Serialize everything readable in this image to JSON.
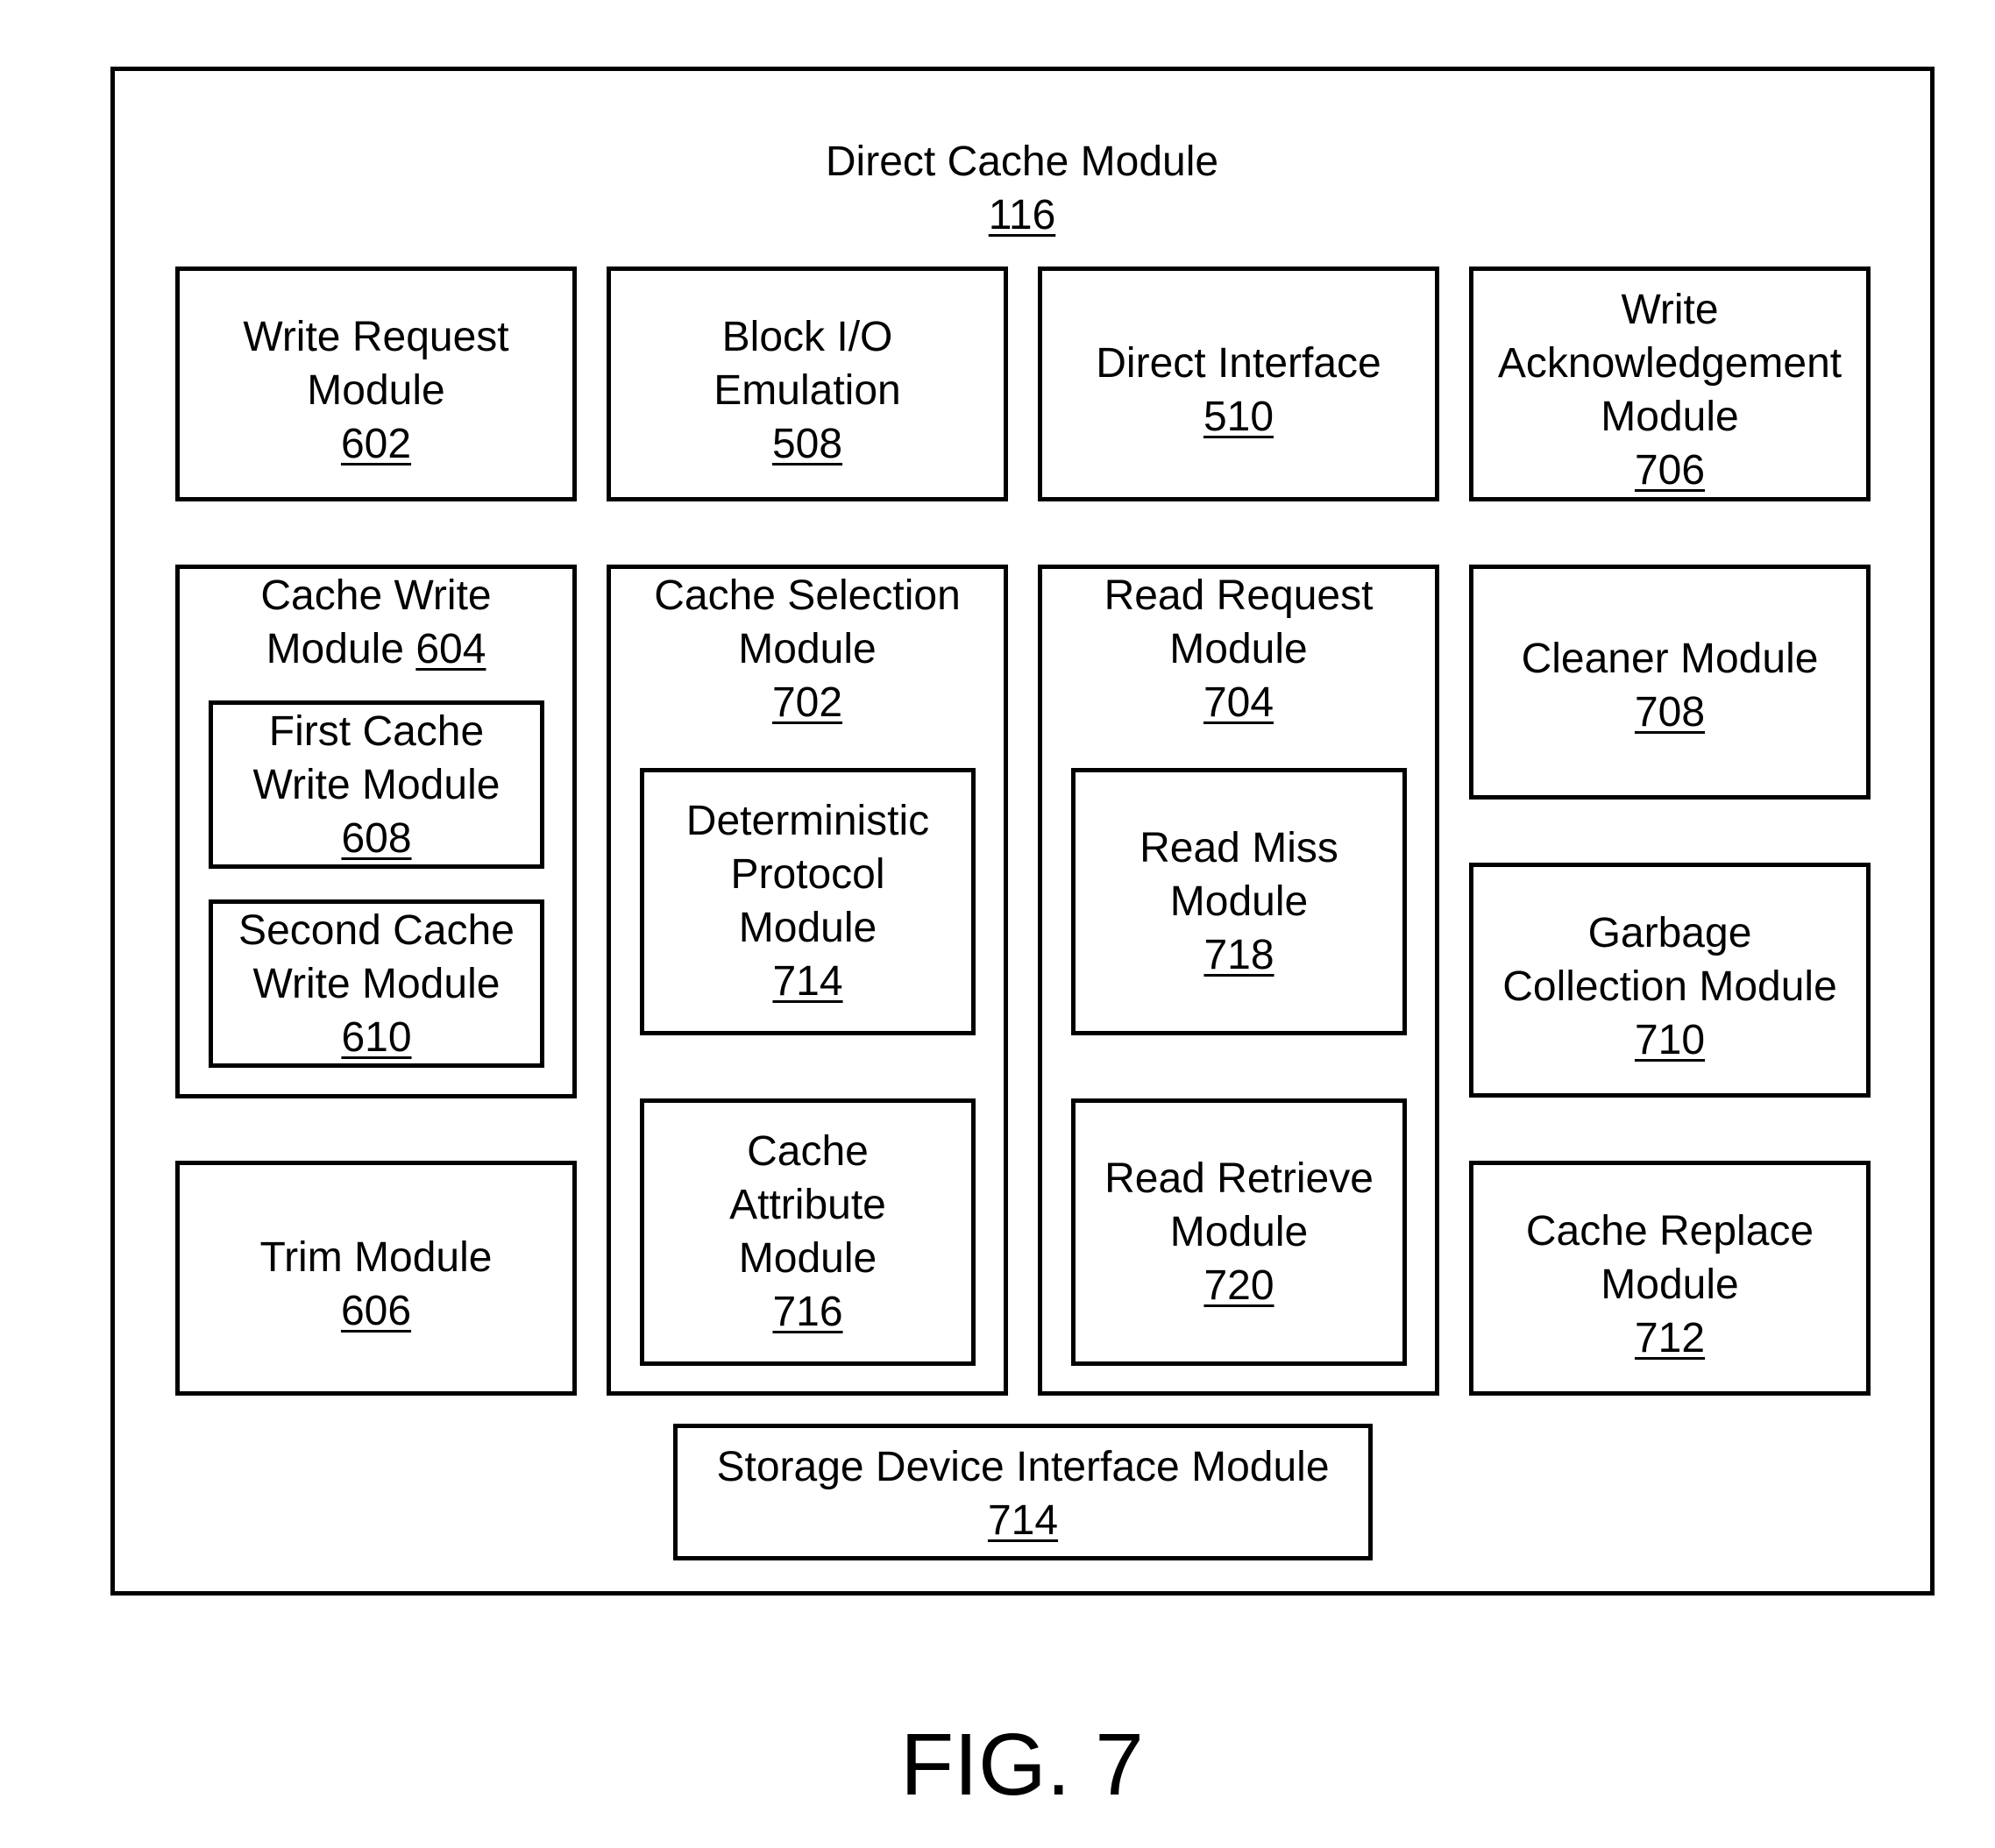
{
  "outer": {
    "title": "Direct Cache Module",
    "number": "116"
  },
  "row1": {
    "write_request": {
      "line1": "Write Request",
      "line2": "Module",
      "number": "602"
    },
    "block_io": {
      "line1": "Block I/O",
      "line2": "Emulation",
      "number": "508"
    },
    "direct_interface": {
      "line1": "Direct Interface",
      "number": "510"
    },
    "write_ack": {
      "line1": "Write",
      "line2": "Acknowledgement",
      "line3": "Module",
      "number": "706"
    }
  },
  "cache_write": {
    "line1": "Cache Write",
    "line2": "Module",
    "number": "604",
    "first": {
      "line1": "First Cache",
      "line2": "Write Module",
      "number": "608"
    },
    "second": {
      "line1": "Second Cache",
      "line2": "Write Module",
      "number": "610"
    }
  },
  "trim": {
    "line1": "Trim Module",
    "number": "606"
  },
  "cache_selection": {
    "line1": "Cache Selection",
    "line2": "Module",
    "number": "702",
    "deterministic": {
      "line1": "Deterministic",
      "line2": "Protocol",
      "line3": "Module",
      "number": "714"
    },
    "attribute": {
      "line1": "Cache",
      "line2": "Attribute",
      "line3": "Module",
      "number": "716"
    }
  },
  "read_request": {
    "line1": "Read Request",
    "line2": "Module",
    "number": "704",
    "miss": {
      "line1": "Read Miss",
      "line2": "Module",
      "number": "718"
    },
    "retrieve": {
      "line1": "Read Retrieve",
      "line2": "Module",
      "number": "720"
    }
  },
  "cleaner": {
    "line1": "Cleaner Module",
    "number": "708"
  },
  "garbage": {
    "line1": "Garbage",
    "line2": "Collection Module",
    "number": "710"
  },
  "cache_replace": {
    "line1": "Cache Replace",
    "line2": "Module",
    "number": "712"
  },
  "storage_interface": {
    "line1": "Storage Device Interface Module",
    "number": "714"
  },
  "figure": {
    "caption": "FIG. 7"
  }
}
